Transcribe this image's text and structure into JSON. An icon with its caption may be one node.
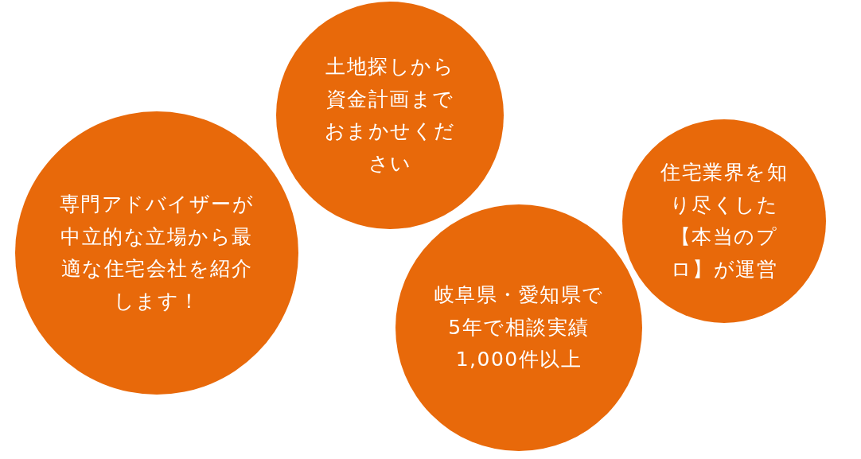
{
  "diagram": {
    "nodes": [
      {
        "text": [
          "専門アドバイザーが中立的な立場から最適な住宅会社を紹介します！"
        ]
      },
      {
        "text": [
          "土地探しから資金計画までおまかせください"
        ]
      },
      {
        "text": [
          "岐阜県・愛知県で5年で相談実績1,000件以上"
        ]
      },
      {
        "text": [
          "住宅業界を知り尽くした【本当のプロ】が運営"
        ]
      }
    ]
  }
}
